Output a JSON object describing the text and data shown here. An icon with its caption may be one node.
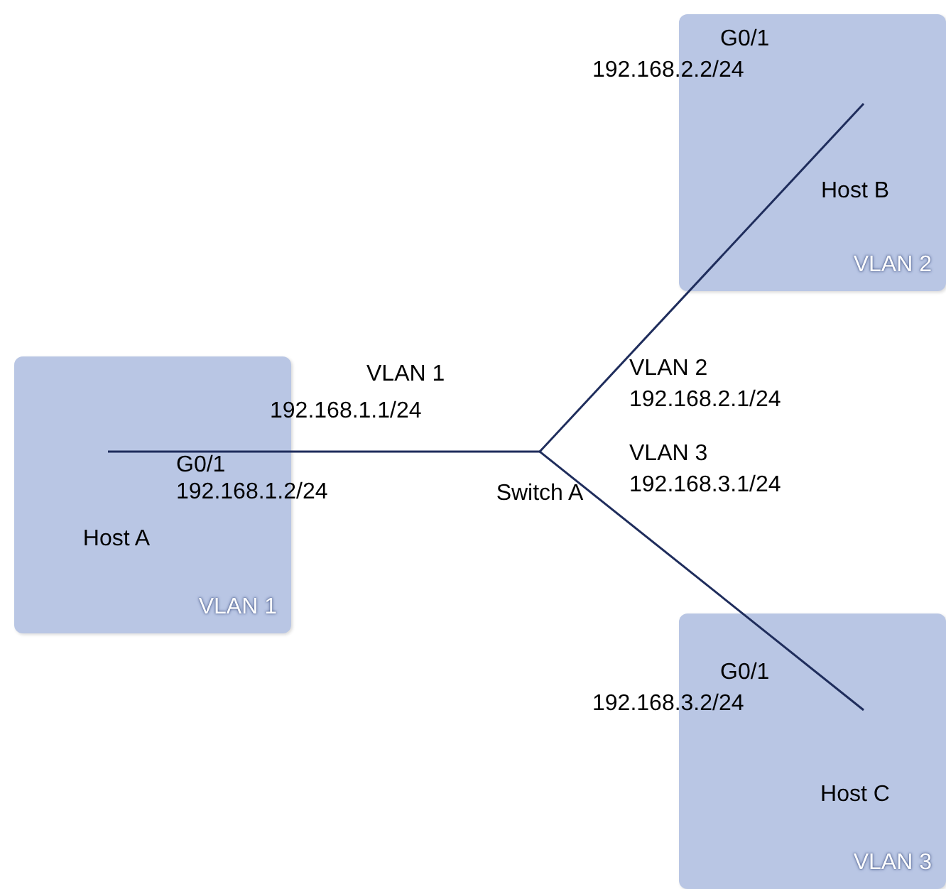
{
  "diagram": {
    "nodes": [
      {
        "text": [
          "VLAN 1"
        ]
      },
      {
        "text": [
          "Host A"
        ],
        "in": 0
      },
      {
        "text": [
          "VLAN 2"
        ]
      },
      {
        "text": [
          "Host B"
        ],
        "in": 2
      },
      {
        "text": [
          "VLAN 3"
        ]
      },
      {
        "text": [
          "Host C"
        ],
        "in": 4
      },
      {
        "text": [
          "Switch A"
        ]
      }
    ],
    "edges": [
      {
        "from": 6,
        "to": 1,
        "arrow": "none"
      },
      {
        "from": 6,
        "to": 3,
        "arrow": "none"
      },
      {
        "from": 6,
        "to": 5,
        "arrow": "none"
      }
    ],
    "labels": [
      "G0/1",
      "192.168.2.2/24",
      "VLAN 1",
      "192.168.1.1/24",
      "VLAN 2",
      "192.168.2.1/24",
      "G0/1",
      "192.168.1.2/24",
      "VLAN 3",
      "192.168.3.1/24",
      "G0/1",
      "192.168.3.2/24"
    ]
  }
}
